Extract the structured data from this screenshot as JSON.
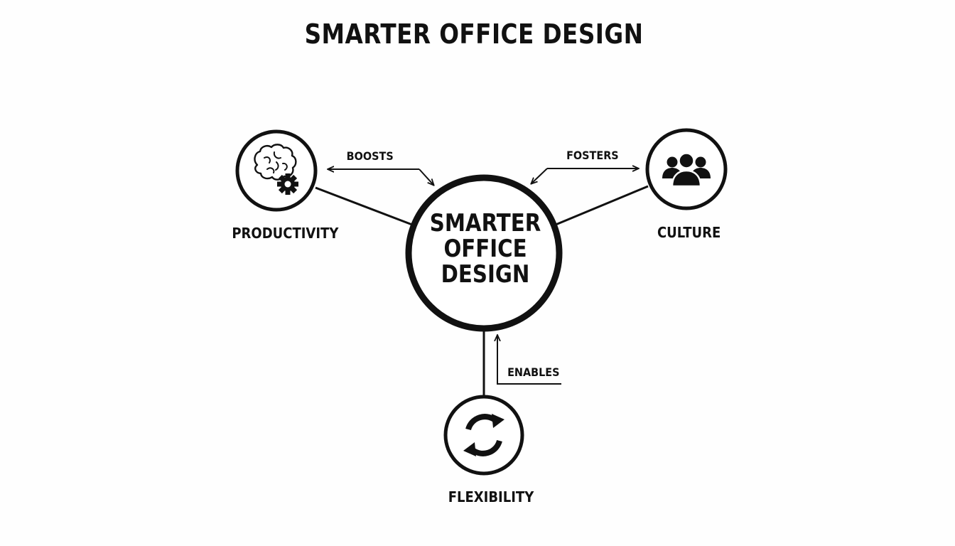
{
  "title": "SMARTER OFFICE DESIGN",
  "center": {
    "lines": [
      "SMARTER",
      "OFFICE",
      "DESIGN"
    ]
  },
  "nodes": {
    "productivity": {
      "label": "PRODUCTIVITY",
      "icon": "brain-gear-icon"
    },
    "culture": {
      "label": "CULTURE",
      "icon": "people-group-icon"
    },
    "flexibility": {
      "label": "FLEXIBILITY",
      "icon": "refresh-cycle-icon"
    }
  },
  "relations": {
    "boosts": "BOOSTS",
    "fosters": "FOSTERS",
    "enables": "ENABLES"
  },
  "colors": {
    "ink": "#111111",
    "background": "#fefefe"
  }
}
